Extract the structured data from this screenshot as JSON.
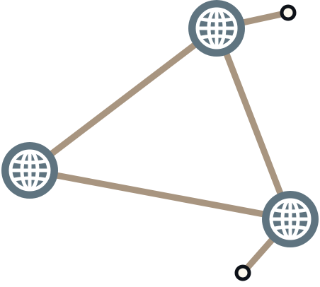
{
  "diagram": {
    "type": "network-topology",
    "colors": {
      "link": "#a89580",
      "node": "#5f7480",
      "node_glyph": "#ffffff",
      "endpoint_stroke": "#0d1118",
      "endpoint_fill": "#fbf7ec",
      "background": "#ffffff"
    },
    "nodes": [
      {
        "id": "globe-top",
        "icon": "globe-icon"
      },
      {
        "id": "globe-left",
        "icon": "globe-icon"
      },
      {
        "id": "globe-bottom-right",
        "icon": "globe-icon"
      }
    ],
    "endpoints": [
      {
        "id": "endpoint-top-right"
      },
      {
        "id": "endpoint-bottom"
      }
    ],
    "links": [
      {
        "from": "globe-top",
        "to": "globe-left"
      },
      {
        "from": "globe-top",
        "to": "globe-bottom-right"
      },
      {
        "from": "globe-left",
        "to": "globe-bottom-right"
      },
      {
        "from": "globe-top",
        "to": "endpoint-top-right"
      },
      {
        "from": "globe-bottom-right",
        "to": "endpoint-bottom"
      }
    ]
  }
}
